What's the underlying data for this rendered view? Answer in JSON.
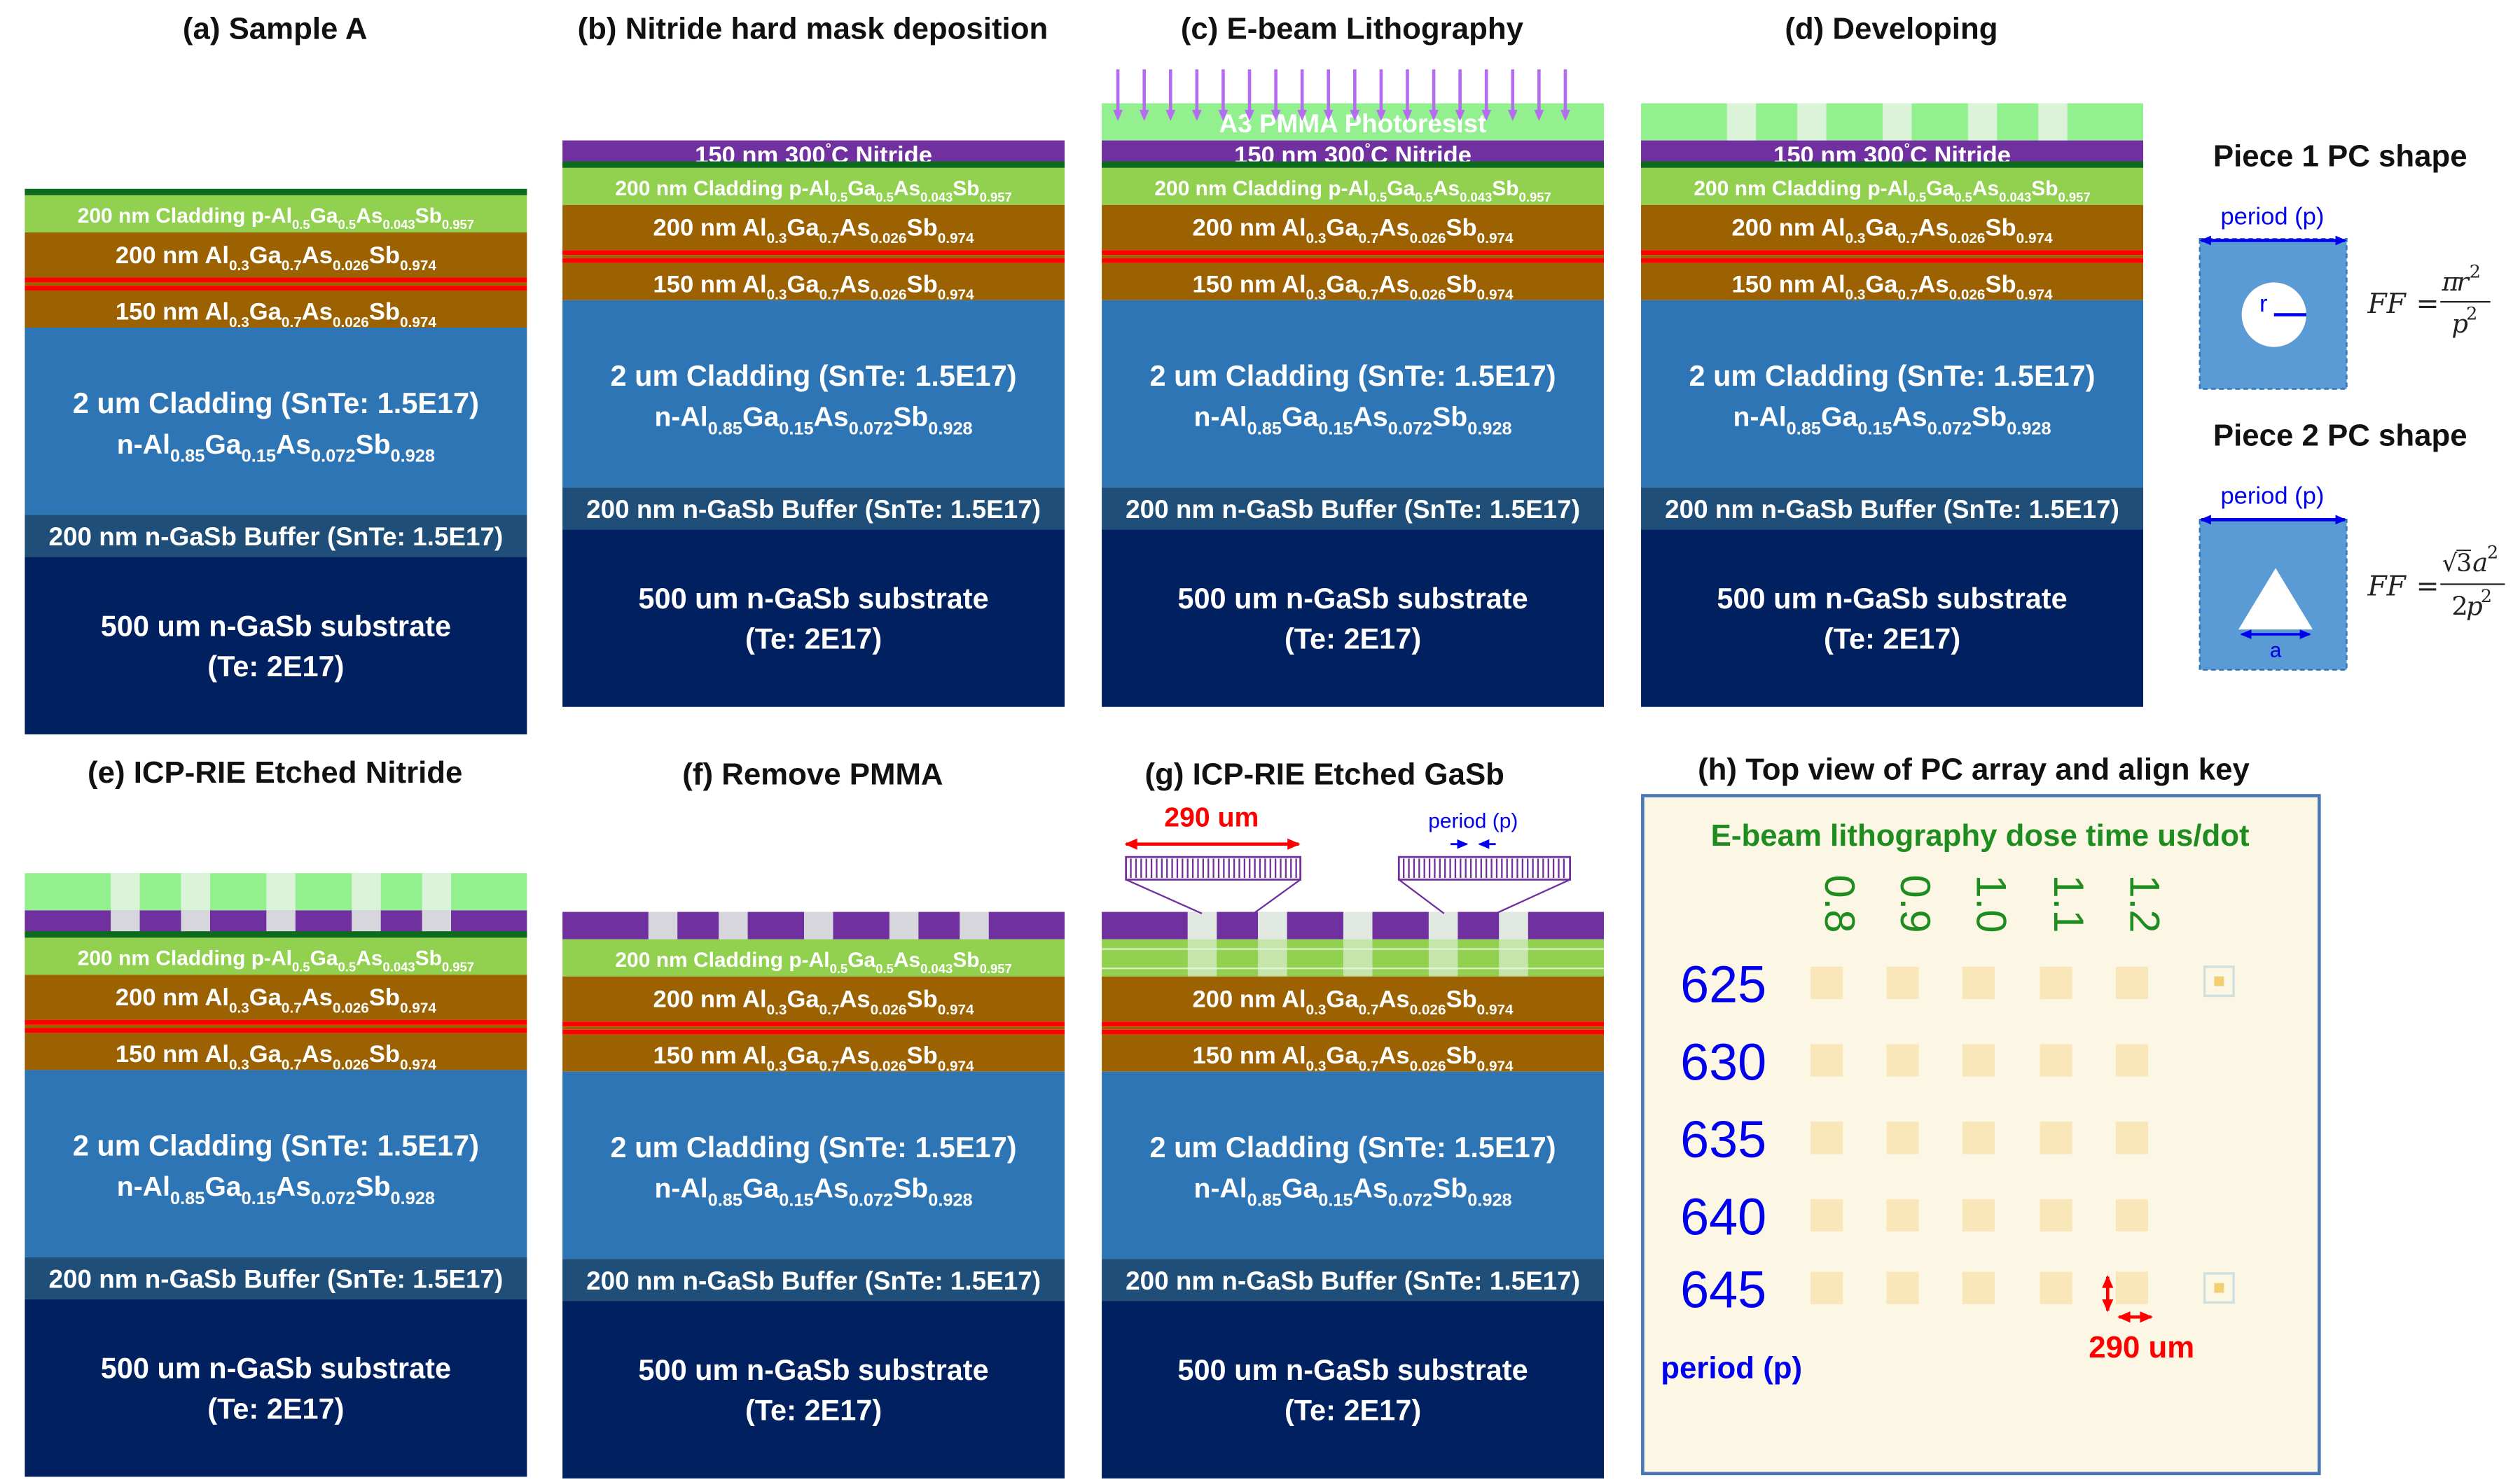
{
  "colors": {
    "nitride": "#7030a0",
    "pmma": "#92f08f",
    "cladding_p": "#92d050",
    "algaassb": "#9c6100",
    "red_line": "#ff0000",
    "thin_green": "#0c6b1c",
    "cladding_n": "#2e75b6",
    "buffer": "#1f4e79",
    "substrate": "#002060",
    "arrow_purple": "#b66cf2",
    "window": "#e8f3e6",
    "pc_square": "#5b9bd5",
    "key_bg": "#fcf6e4",
    "key_border": "#4a78b6",
    "dose_text": "#1f8c1f",
    "period_text": "#0000ee",
    "dim_red": "#ff0000",
    "dot_fill": "#f8e4b4"
  },
  "panels": [
    {
      "title": "(a) Sample A"
    },
    {
      "title": "(b) Nitride hard mask deposition"
    },
    {
      "title": "(c) E-beam Lithography"
    },
    {
      "title": "(d) Developing"
    },
    {
      "title": "(e) ICP-RIE Etched Nitride"
    },
    {
      "title": "(f) Remove PMMA"
    },
    {
      "title": "(g) ICP-RIE Etched GaSb"
    },
    {
      "title": "(h) Top view of PC array and align key"
    }
  ],
  "layers": {
    "pmma": "A3 PMMA Photoresist",
    "nitride_prefix": "150 nm 300",
    "nitride_deg": "°",
    "nitride_suffix": "C Nitride",
    "cladding_p": {
      "prefix": "200 nm Cladding p-Al",
      "s1": "0.5",
      "e1": "Ga",
      "s2": "0.5",
      "e2": "As",
      "s3": "0.043",
      "e3": "Sb",
      "s4": "0.957"
    },
    "algaassb_200": {
      "prefix": "200 nm Al",
      "s1": "0.3",
      "e1": "Ga",
      "s2": "0.7",
      "e2": "As",
      "s3": "0.026",
      "e3": "Sb",
      "s4": "0.974"
    },
    "algaassb_150": {
      "prefix": "150 nm Al",
      "s1": "0.3",
      "e1": "Ga",
      "s2": "0.7",
      "e2": "As",
      "s3": "0.026",
      "e3": "Sb",
      "s4": "0.974"
    },
    "cladding_n_line1": "2 um Cladding (SnTe: 1.5E17)",
    "cladding_n_line2": {
      "prefix": "n-Al",
      "s1": "0.85",
      "e1": "Ga",
      "s2": "0.15",
      "e2": "As",
      "s3": "0.072",
      "e3": "Sb",
      "s4": "0.928"
    },
    "buffer": "200 nm n-GaSb Buffer (SnTe: 1.5E17)",
    "substrate_line1": "500 um n-GaSb substrate",
    "substrate_line2": "(Te: 2E17)"
  },
  "pc_shapes": {
    "piece1_title": "Piece 1 PC shape",
    "piece2_title": "Piece 2 PC shape",
    "period_label": "period (p)",
    "radius_label": "r",
    "side_label": "a",
    "ff_label": "FF",
    "eq": "=",
    "ff1_num_pi": "π",
    "ff1_num_r": "r",
    "ff1_den_p": "p",
    "exp2": "2",
    "ff2_num_sqrt": "√",
    "ff2_num_3": "3",
    "ff2_num_a": "a",
    "ff2_den_2": "2",
    "ff2_den_p": "p"
  },
  "panel_g": {
    "width_label": "290 um",
    "period_label": "period (p)"
  },
  "align_key": {
    "title": "E-beam lithography dose time us/dot",
    "doses": [
      "0.8",
      "0.9",
      "1.0",
      "1.1",
      "1.2"
    ],
    "periods": [
      "625",
      "630",
      "635",
      "640",
      "645"
    ],
    "period_axis_label": "period (p)",
    "size_label": "290 um"
  }
}
